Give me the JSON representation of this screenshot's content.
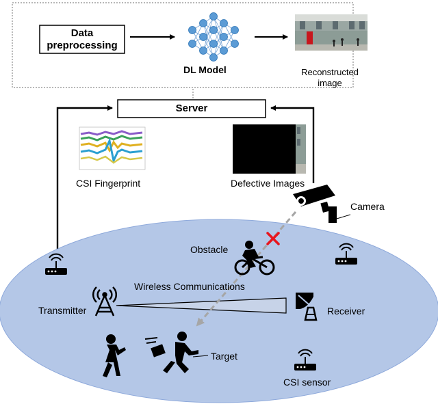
{
  "pipeline": {
    "preprocess_label": "Data preprocessing",
    "model_label": "DL Model",
    "reconstructed_label": "Reconstructed image"
  },
  "server": {
    "label": "Server"
  },
  "csi_fingerprint": {
    "label": "CSI Fingerprint"
  },
  "defective_images": {
    "label": "Defective Images"
  },
  "camera": {
    "label": "Camera"
  },
  "scene": {
    "obstacle_label": "Obstacle",
    "wireless_label": "Wireless Communications",
    "transmitter_label": "Transmitter",
    "receiver_label": "Receiver",
    "target_label": "Target",
    "csi_sensor_label": "CSI sensor"
  },
  "colors": {
    "ellipse_fill": "#b4c7e7",
    "beam_fill": "#c7d3e8",
    "dashed_line": "#a6a6a6",
    "cross": "#e8141c",
    "telephone_box": "#c8161d"
  }
}
